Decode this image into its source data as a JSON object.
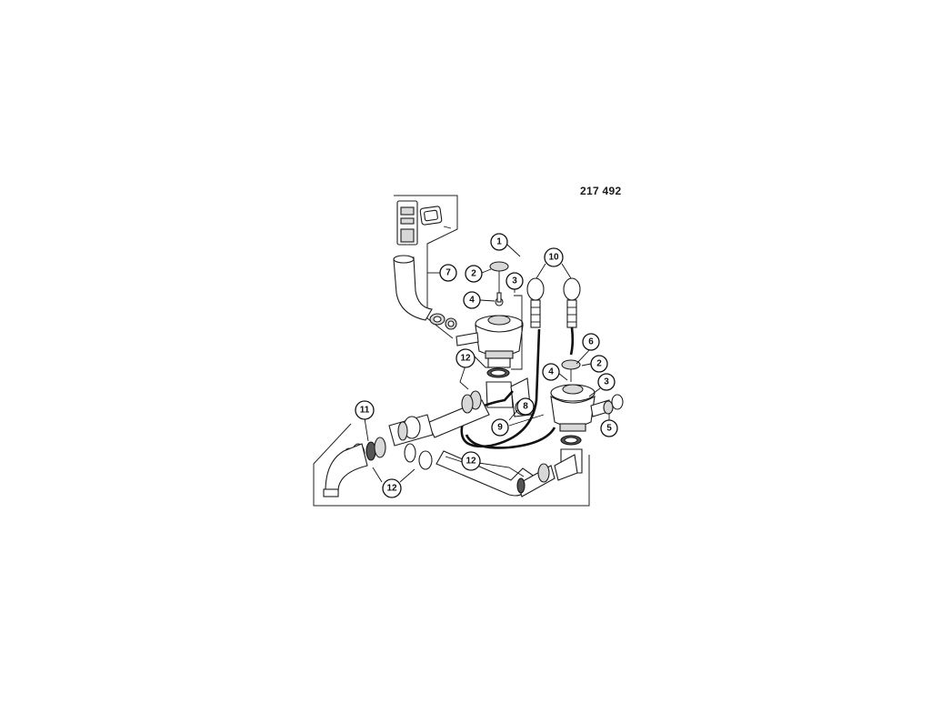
{
  "diagram": {
    "catalog_number": "217 492",
    "callouts": [
      {
        "id": "c1",
        "label": "1"
      },
      {
        "id": "c2a",
        "label": "2"
      },
      {
        "id": "c3a",
        "label": "3"
      },
      {
        "id": "c4a",
        "label": "4"
      },
      {
        "id": "c7",
        "label": "7"
      },
      {
        "id": "c12a",
        "label": "12"
      },
      {
        "id": "c8",
        "label": "8"
      },
      {
        "id": "c9",
        "label": "9"
      },
      {
        "id": "c10",
        "label": "10"
      },
      {
        "id": "c6",
        "label": "6"
      },
      {
        "id": "c2b",
        "label": "2"
      },
      {
        "id": "c4b",
        "label": "4"
      },
      {
        "id": "c3b",
        "label": "3"
      },
      {
        "id": "c5",
        "label": "5"
      },
      {
        "id": "c11",
        "label": "11"
      },
      {
        "id": "c12b",
        "label": "12"
      },
      {
        "id": "c12c",
        "label": "12"
      }
    ]
  }
}
